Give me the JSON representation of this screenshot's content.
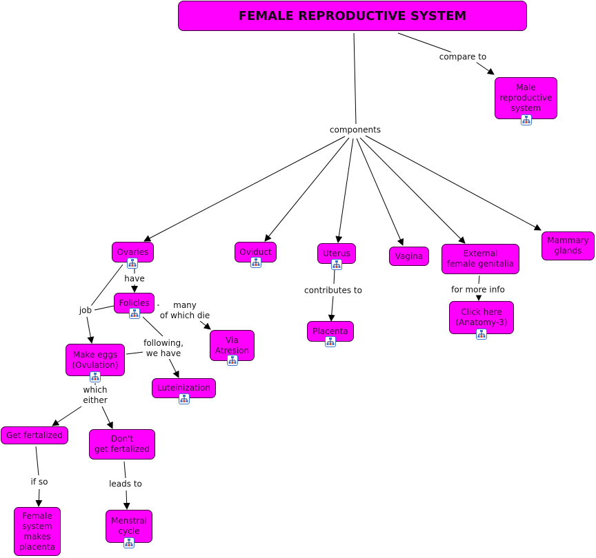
{
  "title": "FEMALE REPRODUCTIVE SYSTEM",
  "colors": {
    "node_fill": "#ff00ff",
    "node_border": "#3a003a",
    "line": "#000000",
    "icon_border": "#3a73c8"
  },
  "nodes": [
    {
      "id": "root",
      "label": "FEMALE REPRODUCTIVE SYSTEM",
      "has_submap_icon": false
    },
    {
      "id": "male",
      "label": "Male\nreproductive\nsystem",
      "has_submap_icon": true
    },
    {
      "id": "ovaries",
      "label": "Ovaries",
      "has_submap_icon": true
    },
    {
      "id": "oviduct",
      "label": "Oviduct",
      "has_submap_icon": true
    },
    {
      "id": "uterus",
      "label": "Uterus",
      "has_submap_icon": true
    },
    {
      "id": "vagina",
      "label": "Vagina",
      "has_submap_icon": false
    },
    {
      "id": "external",
      "label": "External\nfemale genitalia",
      "has_submap_icon": false
    },
    {
      "id": "mammary",
      "label": "Mammary\nglands",
      "has_submap_icon": false
    },
    {
      "id": "folicles",
      "label": "Folicles",
      "has_submap_icon": true
    },
    {
      "id": "atresion",
      "label": "Via\nAtresion",
      "has_submap_icon": true
    },
    {
      "id": "eggs",
      "label": "Make eggs\n(Ovulation)",
      "has_submap_icon": true
    },
    {
      "id": "lutein",
      "label": "Luteinization",
      "has_submap_icon": true
    },
    {
      "id": "placenta",
      "label": "Placenta",
      "has_submap_icon": true
    },
    {
      "id": "clickhere",
      "label": "Click here\n(Anatomy-3)",
      "has_submap_icon": true
    },
    {
      "id": "getfert",
      "label": "Get fertalized",
      "has_submap_icon": false
    },
    {
      "id": "dontfert",
      "label": "Don't\nget fertalized",
      "has_submap_icon": false
    },
    {
      "id": "femplac",
      "label": "Female\nsystem\nmakes\nplacenta",
      "has_submap_icon": false
    },
    {
      "id": "menstral",
      "label": "Menstral\ncycle",
      "has_submap_icon": true
    }
  ],
  "link_labels": [
    {
      "id": "compare",
      "text": "compare to"
    },
    {
      "id": "components",
      "text": "components"
    },
    {
      "id": "have",
      "text": "have"
    },
    {
      "id": "job",
      "text": "job"
    },
    {
      "id": "many",
      "text": "many\nof which die"
    },
    {
      "id": "following",
      "text": "following,\nwe have"
    },
    {
      "id": "which",
      "text": "which\neither"
    },
    {
      "id": "contributes",
      "text": "contributes to"
    },
    {
      "id": "moreinfo",
      "text": "for more info"
    },
    {
      "id": "ifso",
      "text": "if so"
    },
    {
      "id": "leads",
      "text": "leads to"
    }
  ],
  "connections": [
    {
      "from": "root",
      "via": "compare",
      "to": [
        "male"
      ]
    },
    {
      "from": "root",
      "via": "components",
      "to": [
        "ovaries",
        "oviduct",
        "uterus",
        "vagina",
        "external",
        "mammary"
      ]
    },
    {
      "from": "ovaries",
      "via": "have",
      "to": [
        "folicles"
      ]
    },
    {
      "from": "ovaries",
      "via": "job",
      "to": [
        "eggs"
      ]
    },
    {
      "from": "folicles",
      "via": "job",
      "to": []
    },
    {
      "from": "folicles",
      "via": "many",
      "to": [
        "atresion"
      ]
    },
    {
      "from": "folicles",
      "via": "following",
      "to": [
        "lutein"
      ]
    },
    {
      "from": "eggs",
      "via": "following",
      "to": []
    },
    {
      "from": "eggs",
      "via": "which",
      "to": [
        "getfert",
        "dontfert"
      ]
    },
    {
      "from": "uterus",
      "via": "contributes",
      "to": [
        "placenta"
      ]
    },
    {
      "from": "external",
      "via": "moreinfo",
      "to": [
        "clickhere"
      ]
    },
    {
      "from": "getfert",
      "via": "ifso",
      "to": [
        "femplac"
      ]
    },
    {
      "from": "dontfert",
      "via": "leads",
      "to": [
        "menstral"
      ]
    }
  ]
}
